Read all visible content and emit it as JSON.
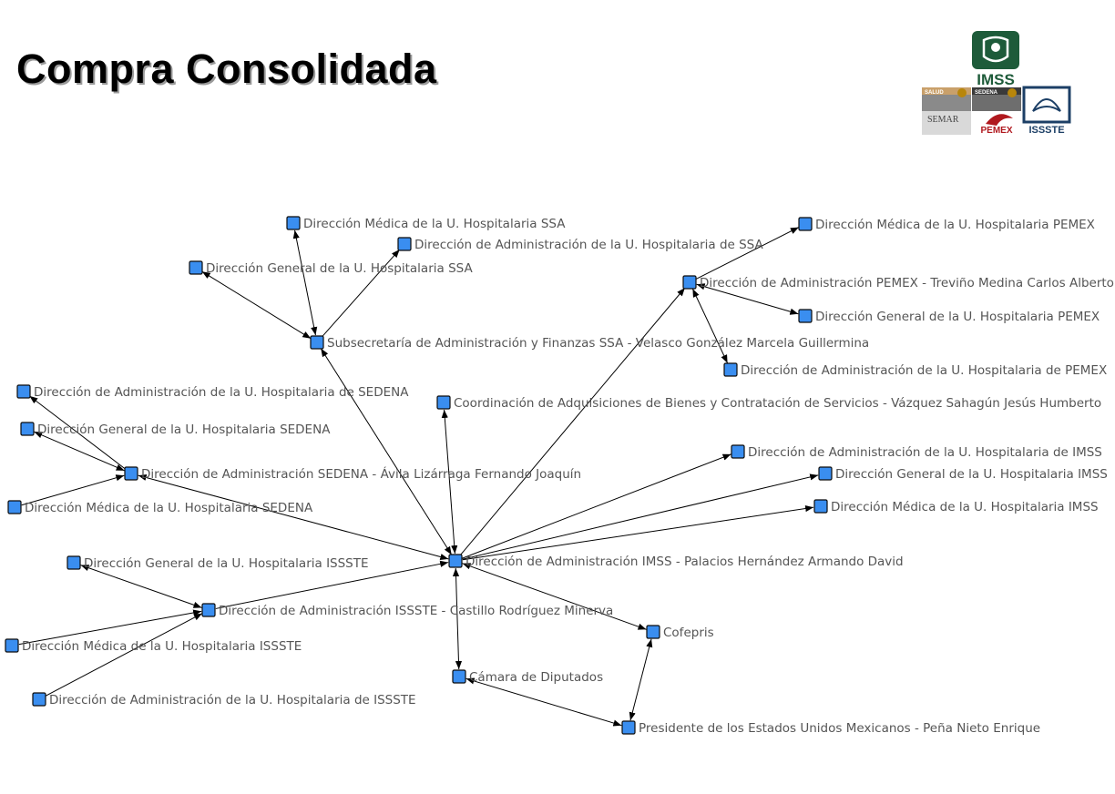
{
  "title": "Compra Consolidada",
  "logos": {
    "imss": "IMSS",
    "salud": "SALUD",
    "sedena": "SEDENA",
    "semar": "SEMAR",
    "pemex": "PEMEX",
    "issste": "ISSSTE",
    "colors": {
      "imss_green": "#1e5b3a",
      "salud_bar": "#c9a06a",
      "pemex_red": "#b0181e",
      "issste_blue": "#1c3f66"
    }
  },
  "colors": {
    "node_fill": "#3a8ef0",
    "node_stroke": "#0c0c0c",
    "edge": "#000000",
    "label": "#555555"
  },
  "nodes": [
    {
      "id": "imss_admin",
      "label": "Dirección de Administración IMSS - Palacios Hernández Armando David"
    },
    {
      "id": "ssa_sub",
      "label": "Subsecretaría de Administración y Finanzas SSA - Velasco González Marcela Guillermina"
    },
    {
      "id": "ssa_med",
      "label": "Dirección Médica de la U. Hospitalaria SSA"
    },
    {
      "id": "ssa_adm",
      "label": "Dirección de Administración de la U. Hospitalaria de SSA"
    },
    {
      "id": "ssa_gen",
      "label": "Dirección General de la U. Hospitalaria SSA"
    },
    {
      "id": "pemex_admin",
      "label": "Dirección de Administración PEMEX - Treviño Medina Carlos Alberto"
    },
    {
      "id": "pemex_med",
      "label": "Dirección Médica de la U. Hospitalaria PEMEX"
    },
    {
      "id": "pemex_gen",
      "label": "Dirección General de la U. Hospitalaria PEMEX"
    },
    {
      "id": "pemex_adm",
      "label": "Dirección de Administración de la U. Hospitalaria de PEMEX"
    },
    {
      "id": "coord",
      "label": "Coordinación de Adquisiciones de Bienes y Contratación de Servicios - Vázquez Sahagún Jesús Humberto"
    },
    {
      "id": "sedena_admin",
      "label": "Dirección de Administración SEDENA - Ávila Lizárraga Fernando Joaquín"
    },
    {
      "id": "sedena_adm",
      "label": "Dirección de Administración de la U. Hospitalaria de SEDENA"
    },
    {
      "id": "sedena_gen",
      "label": "Dirección General de la U. Hospitalaria SEDENA"
    },
    {
      "id": "sedena_med",
      "label": "Dirección Médica de la U. Hospitalaria SEDENA"
    },
    {
      "id": "imss_adm",
      "label": "Dirección de Administración de la U. Hospitalaria de IMSS"
    },
    {
      "id": "imss_gen",
      "label": "Dirección General de la U. Hospitalaria IMSS"
    },
    {
      "id": "imss_med",
      "label": "Dirección Médica de la U. Hospitalaria IMSS"
    },
    {
      "id": "issste_gen",
      "label": "Dirección General de la U. Hospitalaria ISSSTE"
    },
    {
      "id": "issste_admin",
      "label": "Dirección de Administración ISSSTE - Castillo Rodríguez Minerva"
    },
    {
      "id": "issste_med",
      "label": "Dirección Médica de la U. Hospitalaria ISSSTE"
    },
    {
      "id": "issste_adm",
      "label": "Dirección de Administración de la U. Hospitalaria de ISSSTE"
    },
    {
      "id": "cofepris",
      "label": "Cofepris"
    },
    {
      "id": "camara",
      "label": "Cámara de Diputados"
    },
    {
      "id": "presidente",
      "label": "Presidente de los Estados Unidos Mexicanos - Peña Nieto Enrique"
    }
  ],
  "edges": [
    {
      "from": "ssa_sub",
      "to": "ssa_med",
      "arrow_end": true,
      "arrow_start": true
    },
    {
      "from": "ssa_sub",
      "to": "ssa_adm",
      "arrow_end": true,
      "arrow_start": false
    },
    {
      "from": "ssa_sub",
      "to": "ssa_gen",
      "arrow_end": true,
      "arrow_start": true
    },
    {
      "from": "imss_admin",
      "to": "ssa_sub",
      "arrow_end": true,
      "arrow_start": true
    },
    {
      "from": "pemex_admin",
      "to": "pemex_med",
      "arrow_end": true,
      "arrow_start": false
    },
    {
      "from": "pemex_admin",
      "to": "pemex_gen",
      "arrow_end": true,
      "arrow_start": true
    },
    {
      "from": "pemex_admin",
      "to": "pemex_adm",
      "arrow_end": true,
      "arrow_start": true
    },
    {
      "from": "imss_admin",
      "to": "pemex_admin",
      "arrow_end": true,
      "arrow_start": false
    },
    {
      "from": "imss_admin",
      "to": "coord",
      "arrow_end": true,
      "arrow_start": true
    },
    {
      "from": "sedena_admin",
      "to": "imss_admin",
      "arrow_end": true,
      "arrow_start": true
    },
    {
      "from": "sedena_admin",
      "to": "sedena_adm",
      "arrow_end": true,
      "arrow_start": false
    },
    {
      "from": "sedena_admin",
      "to": "sedena_gen",
      "arrow_end": true,
      "arrow_start": true
    },
    {
      "from": "sedena_med",
      "to": "sedena_admin",
      "arrow_end": true,
      "arrow_start": false
    },
    {
      "from": "imss_admin",
      "to": "imss_adm",
      "arrow_end": true,
      "arrow_start": false
    },
    {
      "from": "imss_admin",
      "to": "imss_gen",
      "arrow_end": true,
      "arrow_start": false
    },
    {
      "from": "imss_admin",
      "to": "imss_med",
      "arrow_end": true,
      "arrow_start": false
    },
    {
      "from": "issste_admin",
      "to": "imss_admin",
      "arrow_end": true,
      "arrow_start": false
    },
    {
      "from": "issste_admin",
      "to": "issste_gen",
      "arrow_end": true,
      "arrow_start": true
    },
    {
      "from": "issste_med",
      "to": "issste_admin",
      "arrow_end": true,
      "arrow_start": false
    },
    {
      "from": "issste_adm",
      "to": "issste_admin",
      "arrow_end": true,
      "arrow_start": false
    },
    {
      "from": "imss_admin",
      "to": "cofepris",
      "arrow_end": true,
      "arrow_start": true
    },
    {
      "from": "imss_admin",
      "to": "camara",
      "arrow_end": true,
      "arrow_start": true
    },
    {
      "from": "camara",
      "to": "presidente",
      "arrow_end": true,
      "arrow_start": true
    },
    {
      "from": "cofepris",
      "to": "presidente",
      "arrow_end": true,
      "arrow_start": true
    }
  ]
}
